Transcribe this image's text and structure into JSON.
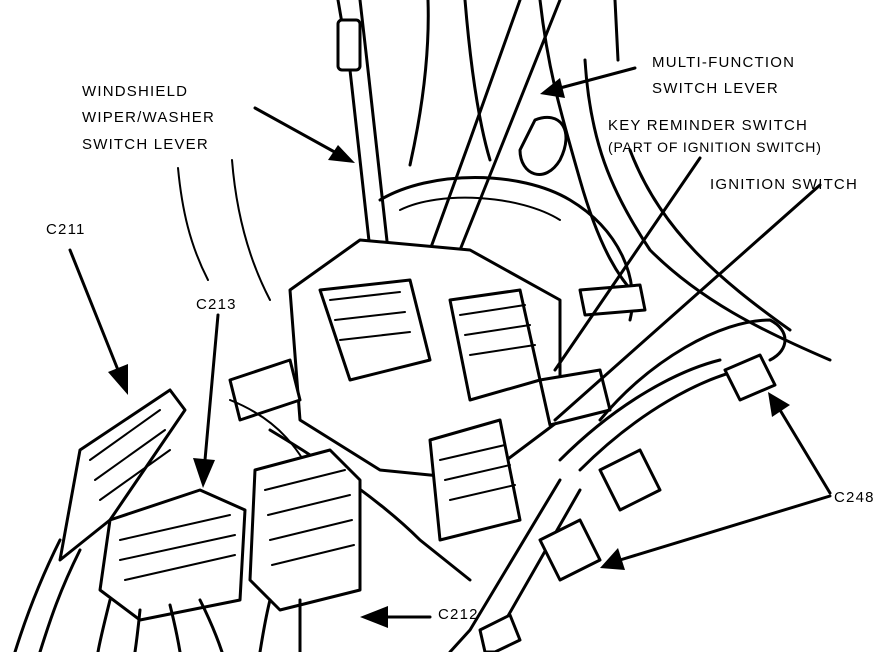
{
  "labels": {
    "windshield_line1": "WINDSHIELD",
    "windshield_line2": "WIPER/WASHER",
    "windshield_line3": "SWITCH LEVER",
    "multifunction_line1": "MULTI-FUNCTION",
    "multifunction_line2": "SWITCH LEVER",
    "key_reminder_line1": "KEY REMINDER SWITCH",
    "key_reminder_line2": "(PART OF IGNITION SWITCH)",
    "ignition_switch": "IGNITION SWITCH",
    "c211": "C211",
    "c213": "C213",
    "c248": "C248",
    "c212": "C212"
  },
  "colors": {
    "ink": "#000000",
    "paper": "#ffffff"
  }
}
